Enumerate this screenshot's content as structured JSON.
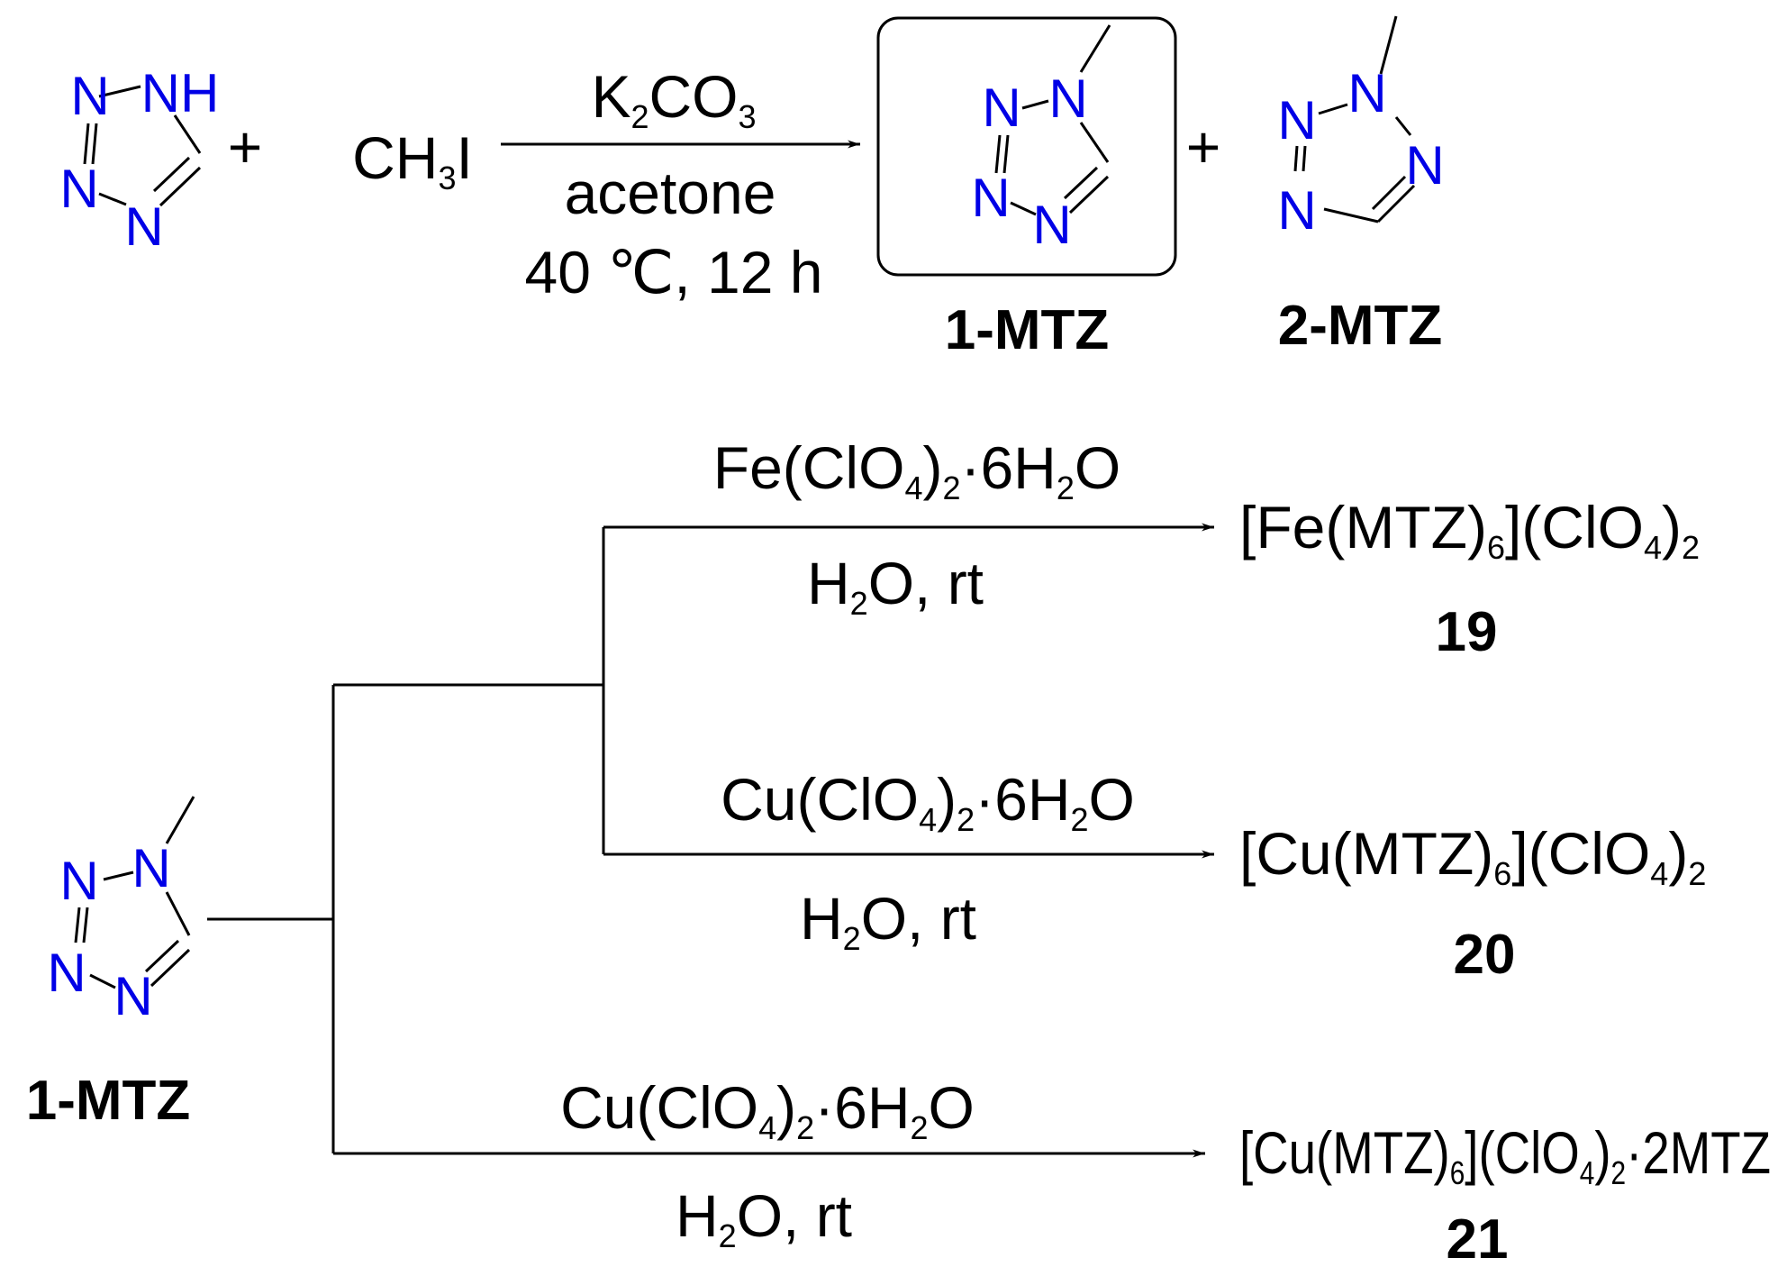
{
  "colors": {
    "atom": "#0000e6",
    "text": "#000000",
    "background": "#ffffff"
  },
  "top_reaction": {
    "reactant_tetrazole": {
      "atoms": {
        "n1": "N",
        "n2": "N",
        "n3": "N",
        "nh": "NH"
      }
    },
    "plus": "+",
    "methyl_iodide": {
      "prefix": "CH",
      "sub": "3",
      "suffix": "I"
    },
    "reagent": {
      "prefix": "K",
      "sub1": "2",
      "mid": "CO",
      "sub2": "3"
    },
    "solvent": "acetone",
    "conditions": "40 ℃, 12 h",
    "product_1": {
      "atoms": {
        "n1": "N",
        "n2": "N",
        "n3": "N",
        "n4": "N"
      },
      "label": "1-MTZ"
    },
    "product_2": {
      "atoms": {
        "n1": "N",
        "n2": "N",
        "n3": "N",
        "n4": "N"
      },
      "label": "2-MTZ"
    }
  },
  "bottom_reaction": {
    "start": {
      "atoms": {
        "n1": "N",
        "n2": "N",
        "n3": "N",
        "n4": "N"
      },
      "label": "1-MTZ"
    },
    "branches": [
      {
        "reagent": {
          "a": "Fe(ClO",
          "s1": "4",
          "b": ")",
          "s2": "2",
          "c": "·6H",
          "s3": "2",
          "d": "O"
        },
        "conditions": {
          "a": "H",
          "s1": "2",
          "b": "O, rt"
        },
        "product": {
          "a": "[Fe(MTZ)",
          "s1": "6",
          "b": "](ClO",
          "s2": "4",
          "c": ")",
          "s3": "2",
          "d": ""
        },
        "compound_number": "19"
      },
      {
        "reagent": {
          "a": "Cu(ClO",
          "s1": "4",
          "b": ")",
          "s2": "2",
          "c": "·6H",
          "s3": "2",
          "d": "O"
        },
        "conditions": {
          "a": "H",
          "s1": "2",
          "b": "O, rt"
        },
        "product": {
          "a": "[Cu(MTZ)",
          "s1": "6",
          "b": "](ClO",
          "s2": "4",
          "c": ")",
          "s3": "2",
          "d": ""
        },
        "compound_number": "20"
      },
      {
        "reagent": {
          "a": "Cu(ClO",
          "s1": "4",
          "b": ")",
          "s2": "2",
          "c": "·6H",
          "s3": "2",
          "d": "O"
        },
        "conditions": {
          "a": "H",
          "s1": "2",
          "b": "O, rt"
        },
        "product": {
          "a": "[Cu(MTZ)",
          "s1": "6",
          "b": "](ClO",
          "s2": "4",
          "c": ")",
          "s3": "2",
          "d": "·2MTZ"
        },
        "compound_number": "21"
      }
    ]
  }
}
